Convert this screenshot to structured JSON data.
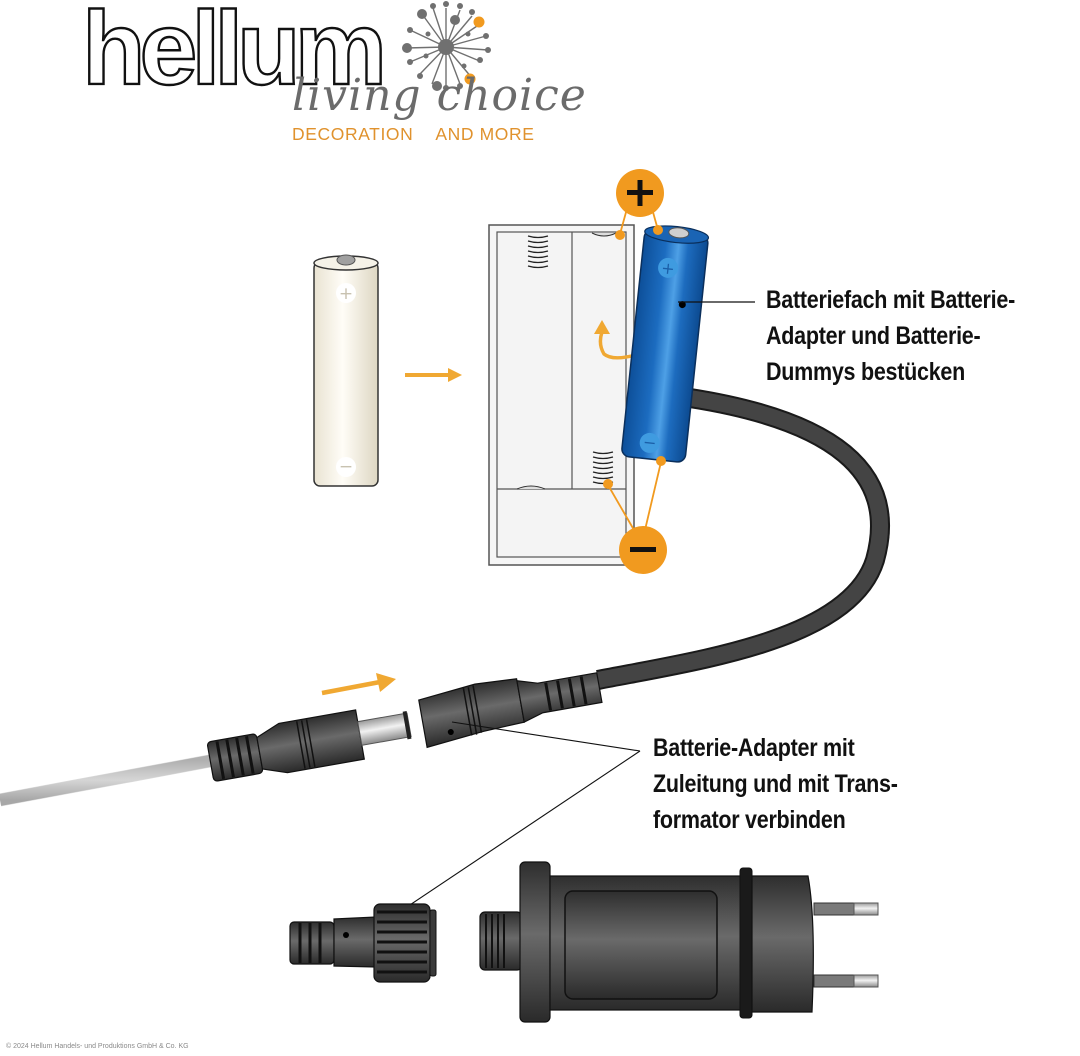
{
  "logo": {
    "brand": "hellum",
    "script": "living choice",
    "tagline_left": "DECORATION",
    "tagline_right": "AND MORE",
    "colors": {
      "outline": "#111111",
      "script": "#6b6b6b",
      "tagline": "#e0922d",
      "dandelion": "#707070",
      "accent_dots": "#f19a1f"
    }
  },
  "diagram": {
    "callouts": [
      {
        "id": "battery-compartment",
        "lines": [
          "Batteriefach mit Batterie-",
          "Adapter und Batterie-",
          "Dummys bestücken"
        ]
      },
      {
        "id": "adapter-connection",
        "lines": [
          "Batterie-Adapter mit",
          "Zuleitung und mit Trans-",
          "formator verbinden"
        ]
      }
    ],
    "polarity": {
      "plus": "+",
      "minus": "−"
    },
    "icons": [
      "aa-battery-icon",
      "arrow-right-icon",
      "battery-holder-icon",
      "battery-dummy-icon",
      "curved-arrow-icon",
      "dc-plug-icon",
      "dc-socket-icon",
      "transformer-icon"
    ],
    "colors": {
      "accent_orange": "#f19a1f",
      "arrow_orange": "#f0a832",
      "dummy_blue": "#1c6cc0",
      "cable_dark": "#3a3a3a",
      "cable_white": "#e6e6e6"
    }
  },
  "footer": {
    "copyright": "© 2024 Hellum Handels- und Produktions GmbH & Co. KG"
  }
}
